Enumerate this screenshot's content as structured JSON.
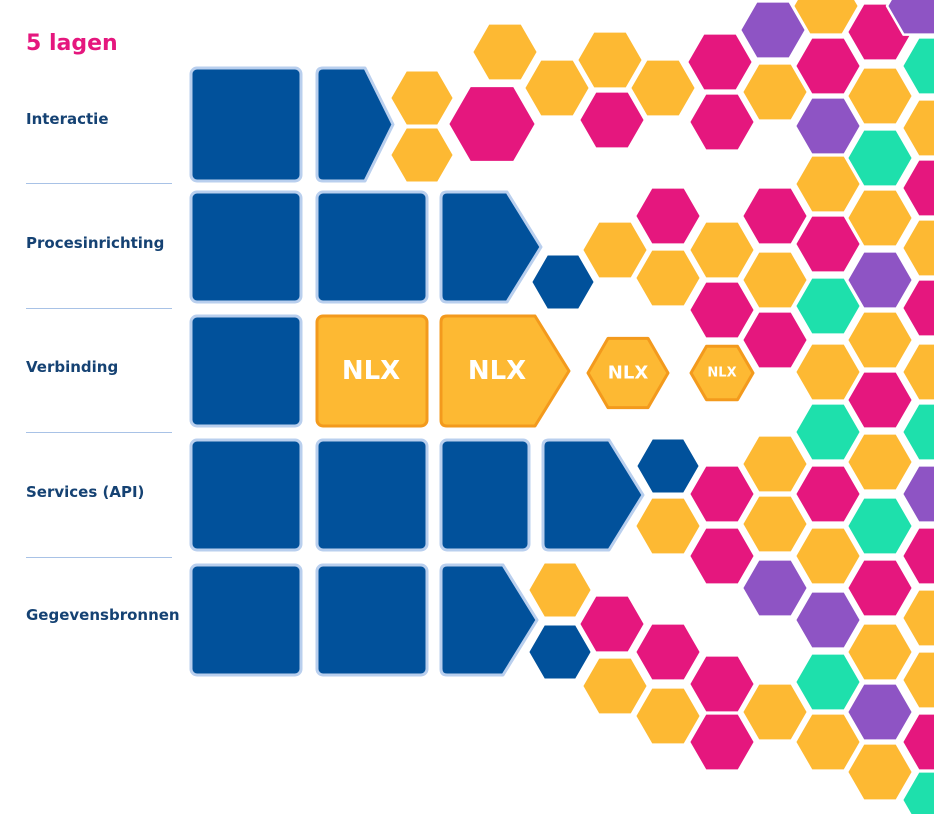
{
  "title": "5 lagen",
  "layers": [
    {
      "label": "Interactie"
    },
    {
      "label": "Procesinrichting"
    },
    {
      "label": "Verbinding"
    },
    {
      "label": "Services (API)"
    },
    {
      "label": "Gegevensbronnen"
    }
  ],
  "nlx": {
    "label": "NLX"
  },
  "colors": {
    "blue": "#01519b",
    "blue_border": "#b9cfee",
    "yellow": "#fdb933",
    "yellow_border": "#f39a1d",
    "pink": "#e5177e",
    "purple": "#8e54c4",
    "teal": "#1ee0ac",
    "title_pink": "#e5177e",
    "label_blue": "#154273"
  }
}
